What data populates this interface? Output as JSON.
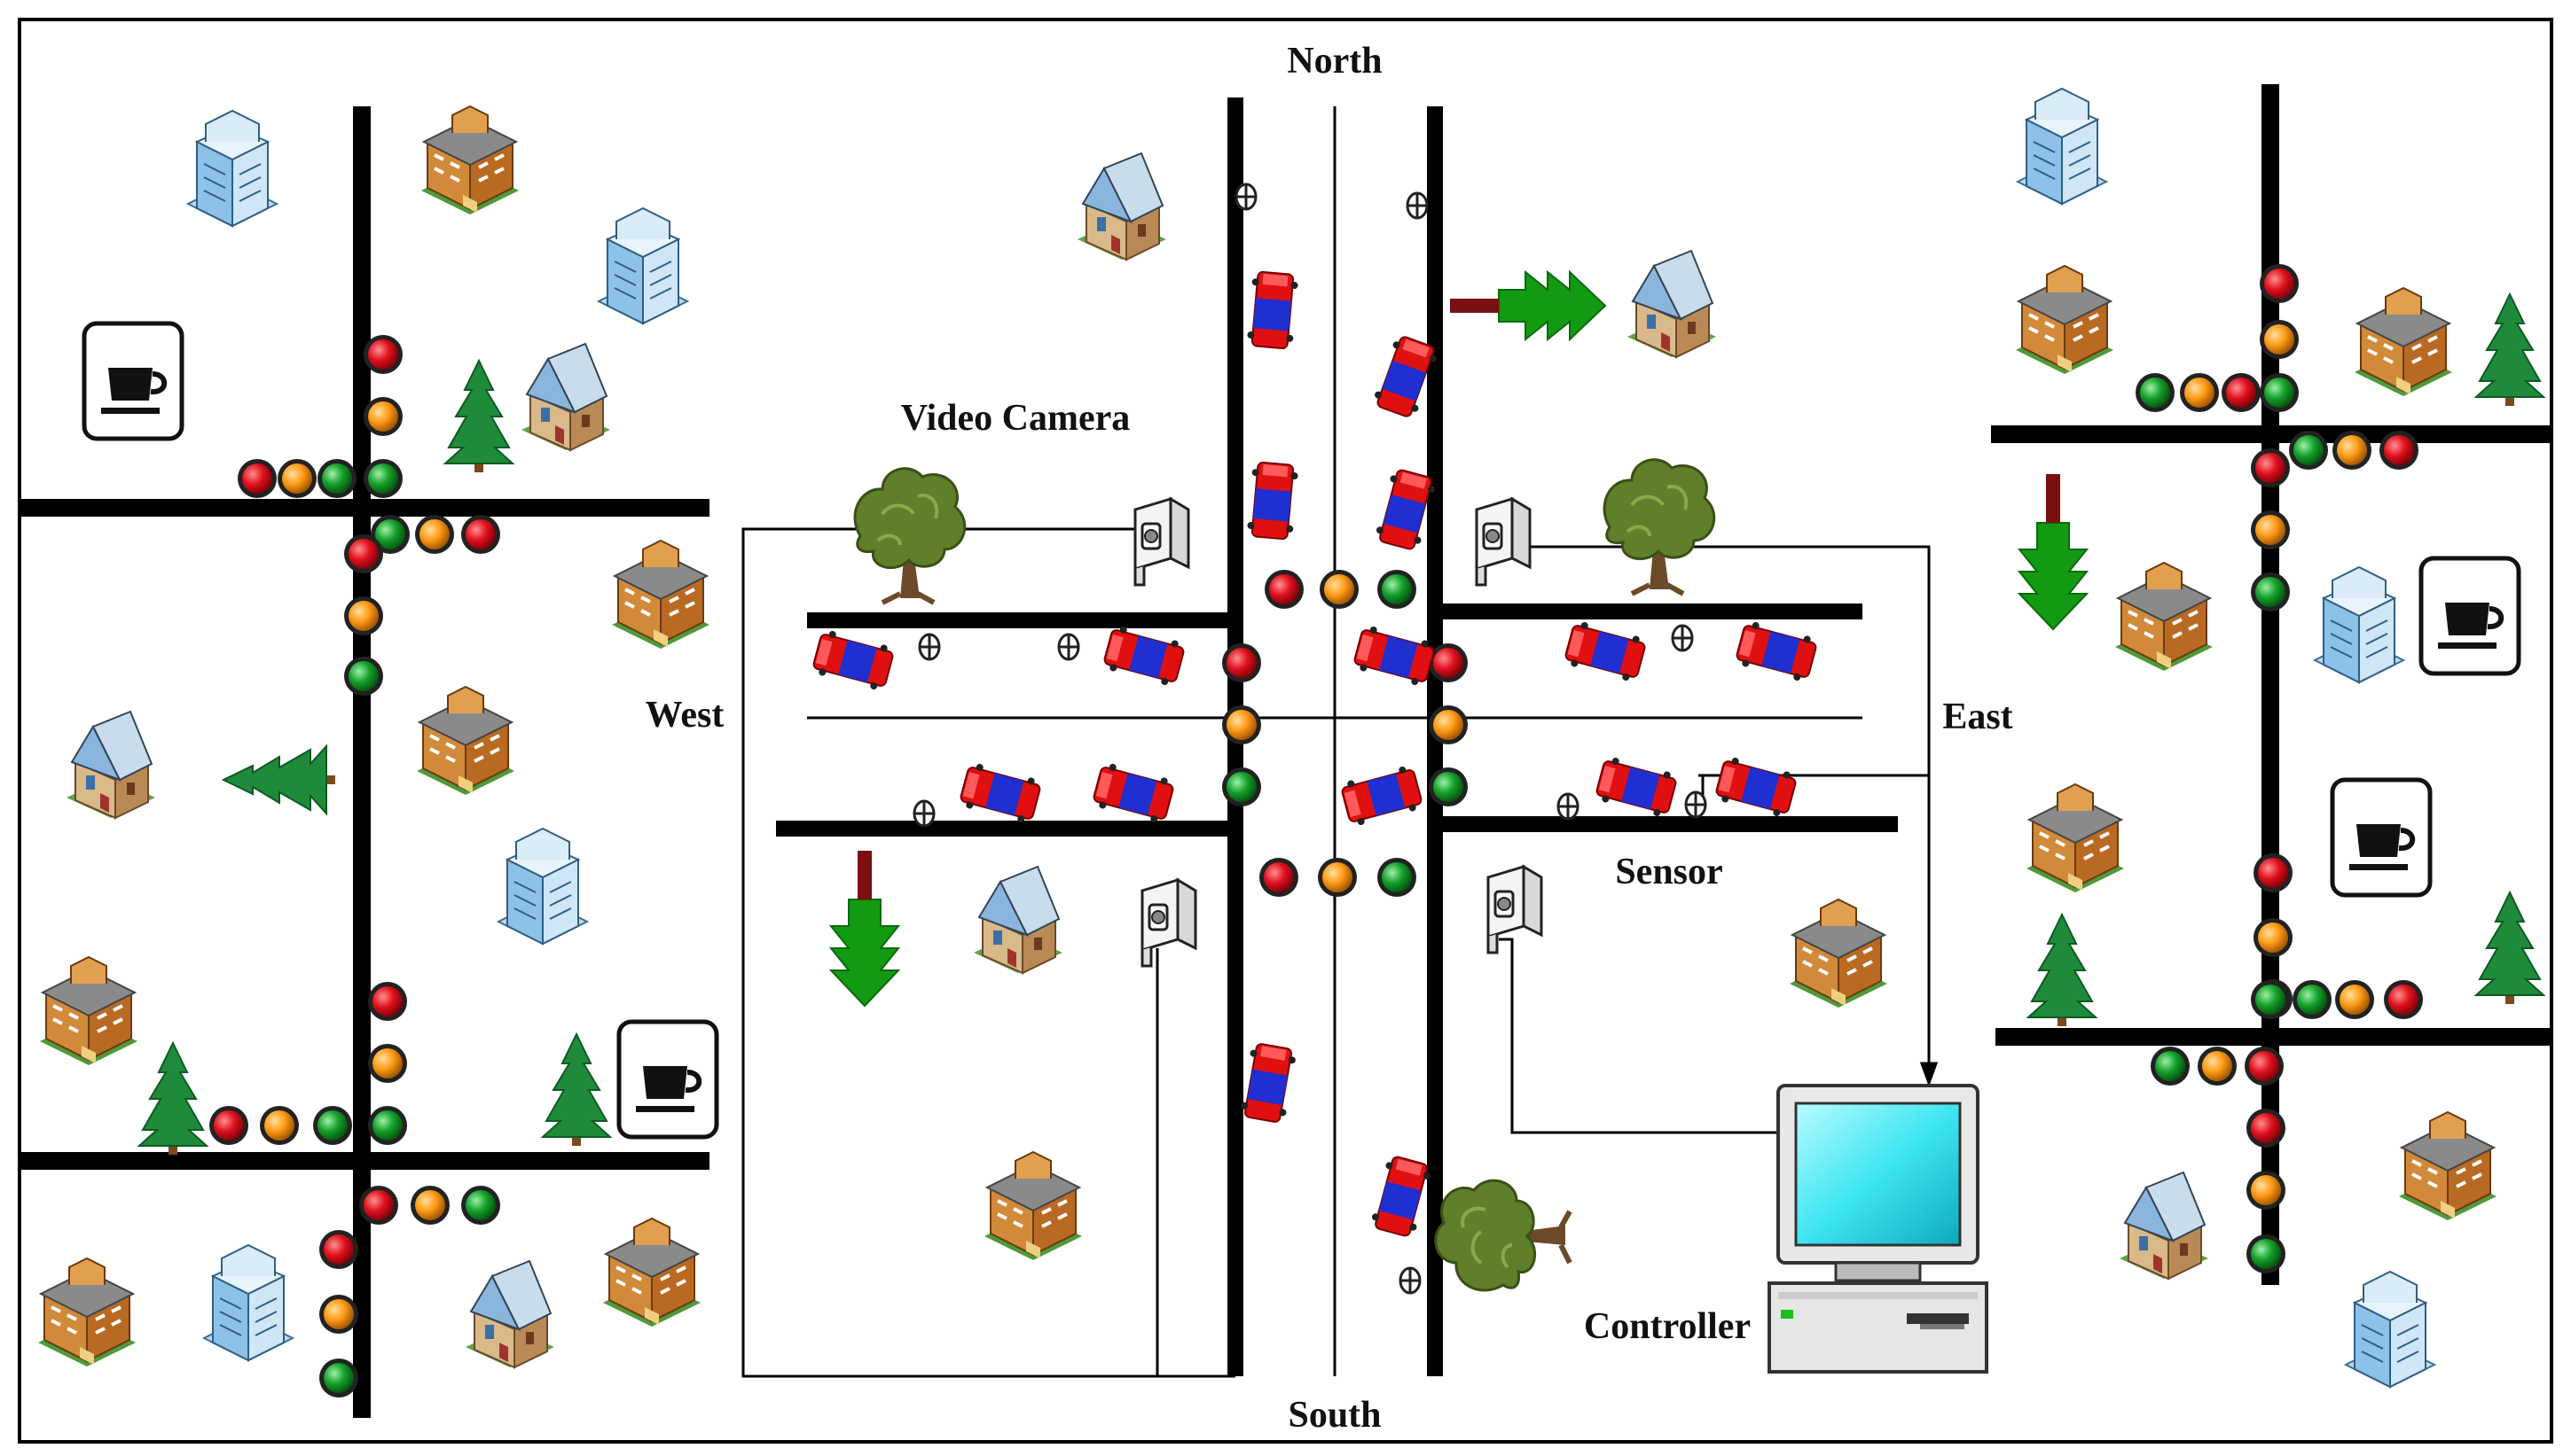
{
  "labels": {
    "north": "North",
    "south": "South",
    "east": "East",
    "west": "West",
    "video_camera": "Video Camera",
    "sensor": "Sensor",
    "controller": "Controller"
  },
  "colors": {
    "road": "#000000",
    "signal_red": "#e0111e",
    "signal_amber": "#ff9a16",
    "signal_green": "#14a02a",
    "car_red": "#e01010",
    "car_blue": "#1f2fd0",
    "tree_green": "#1f8a3a",
    "arrow_green": "#129a12",
    "screen_cyan": "#3ee6f0"
  },
  "icons": [
    "building-icon",
    "house-icon",
    "tree-icon",
    "traffic-light-icon",
    "car-icon",
    "video-camera-icon",
    "sensor-icon",
    "coffee-cup-icon",
    "computer-icon",
    "arrow-icon"
  ]
}
